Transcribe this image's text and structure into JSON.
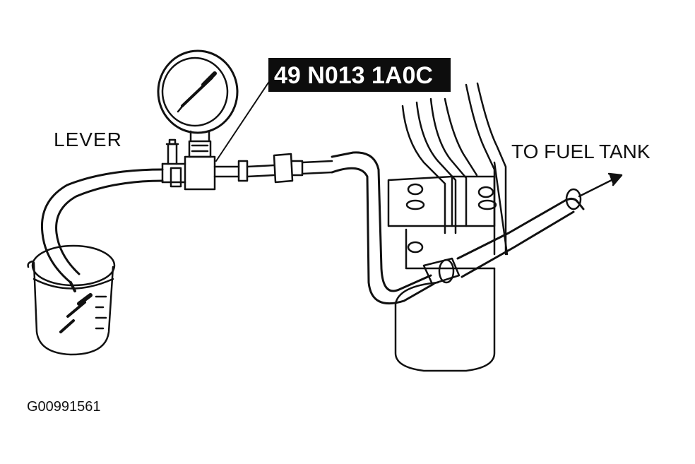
{
  "labels": {
    "lever": "LEVER",
    "part_number": "49 N013 1A0C",
    "to_fuel_tank": "TO FUEL TANK",
    "figure_id": "G00991561"
  },
  "colors": {
    "line": "#111111",
    "background": "#ffffff",
    "badge": "#0d0d0d",
    "badge_text": "#ffffff"
  }
}
